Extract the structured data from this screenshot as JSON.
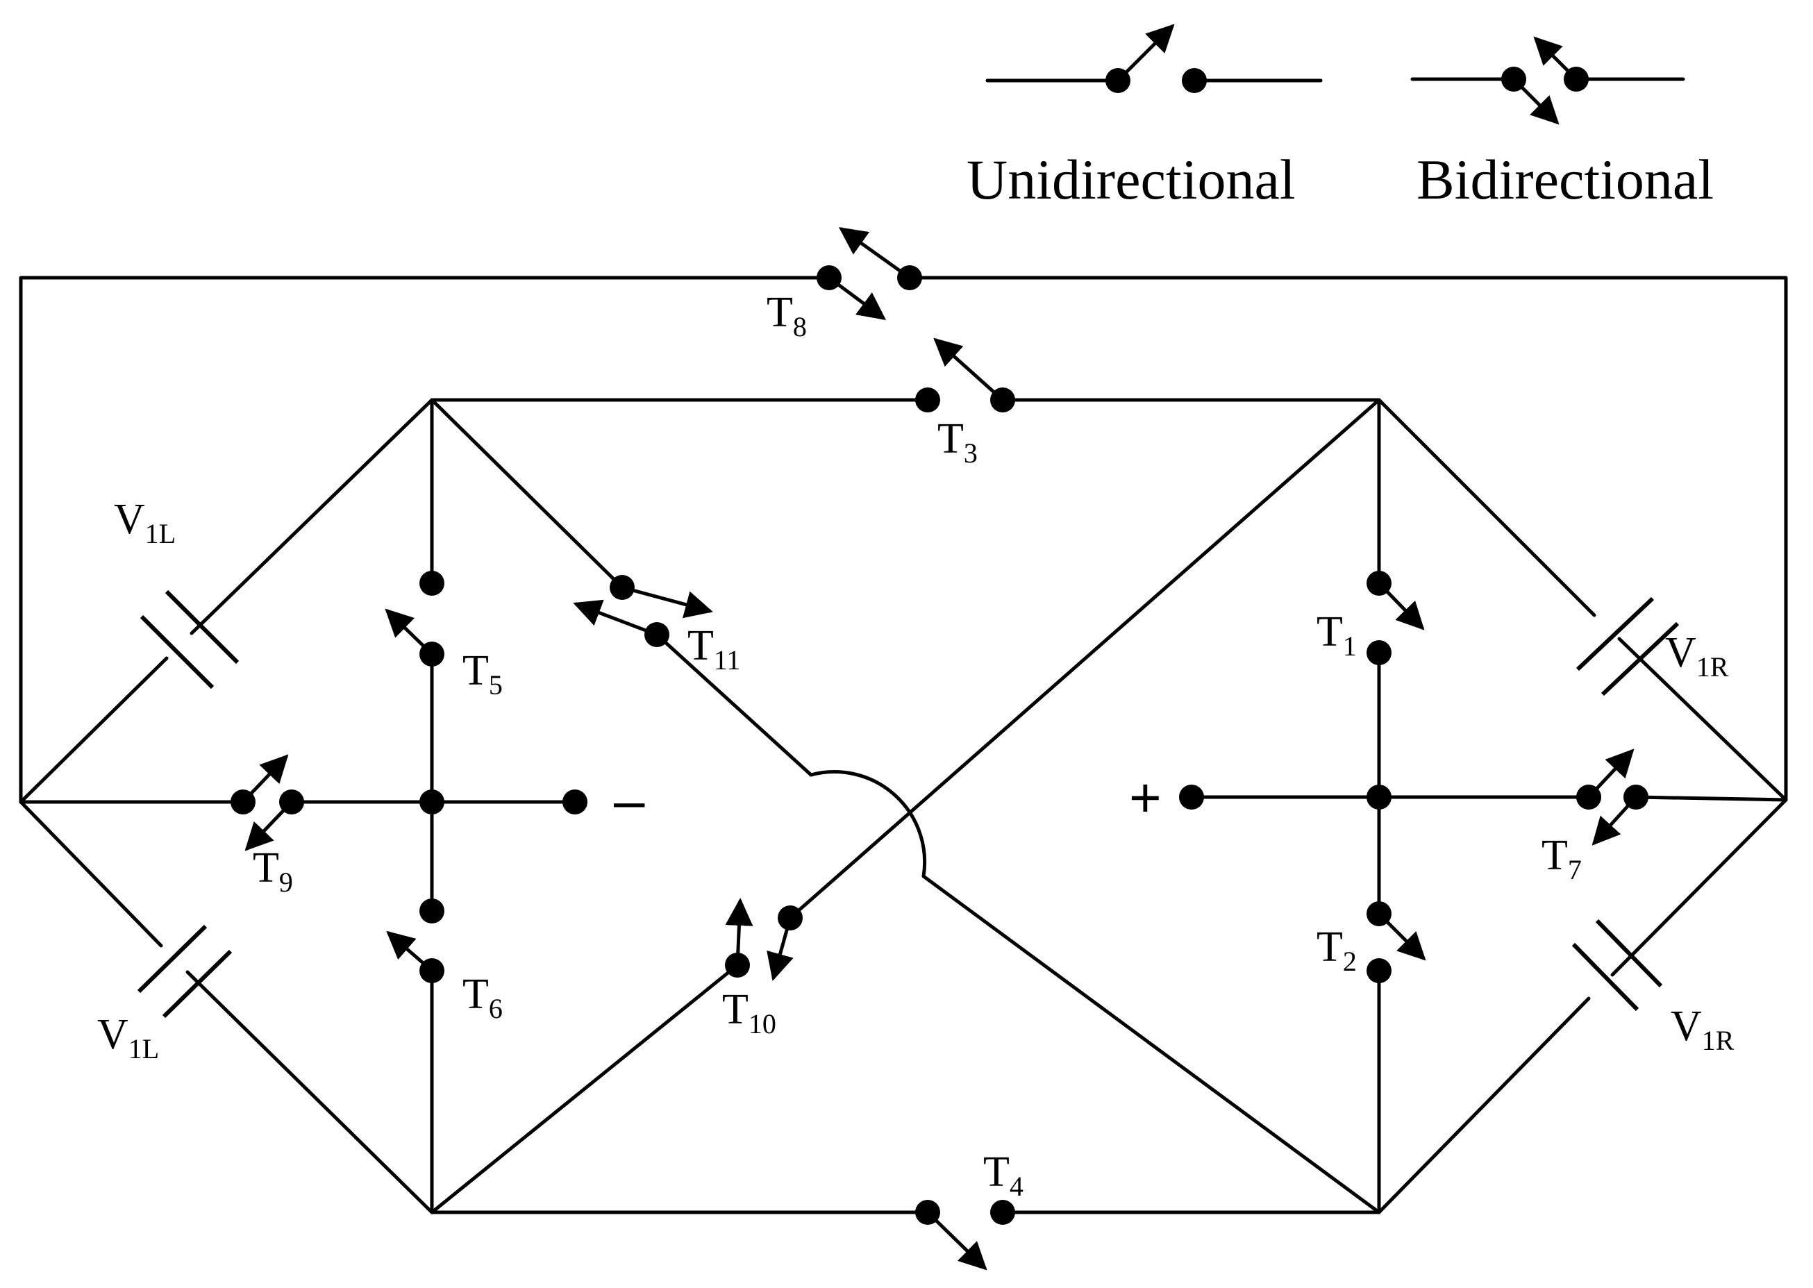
{
  "legend": {
    "unidirectional": "Unidirectional",
    "bidirectional": "Bidirectional"
  },
  "switches": [
    {
      "id": "T8",
      "base": "T",
      "sub": "8",
      "type": "bidirectional"
    },
    {
      "id": "T3",
      "base": "T",
      "sub": "3",
      "type": "unidirectional"
    },
    {
      "id": "T11",
      "base": "T",
      "sub": "11",
      "type": "bidirectional"
    },
    {
      "id": "T5",
      "base": "T",
      "sub": "5",
      "type": "unidirectional"
    },
    {
      "id": "T9",
      "base": "T",
      "sub": "9",
      "type": "bidirectional"
    },
    {
      "id": "T6",
      "base": "T",
      "sub": "6",
      "type": "unidirectional"
    },
    {
      "id": "T10",
      "base": "T",
      "sub": "10",
      "type": "bidirectional"
    },
    {
      "id": "T1",
      "base": "T",
      "sub": "1",
      "type": "unidirectional"
    },
    {
      "id": "T7",
      "base": "T",
      "sub": "7",
      "type": "bidirectional"
    },
    {
      "id": "T2",
      "base": "T",
      "sub": "2",
      "type": "unidirectional"
    },
    {
      "id": "T4",
      "base": "T",
      "sub": "4",
      "type": "unidirectional"
    }
  ],
  "sources": [
    {
      "id": "V1L-top",
      "base": "V",
      "sub": "1L"
    },
    {
      "id": "V1L-bottom",
      "base": "V",
      "sub": "1L"
    },
    {
      "id": "V1R-top",
      "base": "V",
      "sub": "1R"
    },
    {
      "id": "V1R-bottom",
      "base": "V",
      "sub": "1R"
    }
  ],
  "terminals": {
    "negative": "–",
    "positive": "+"
  }
}
